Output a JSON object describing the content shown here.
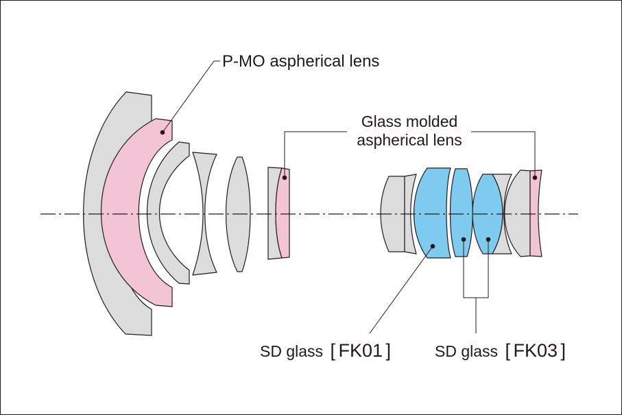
{
  "colors": {
    "line": "#231815",
    "standard_glass": "#dcdcdc",
    "aspherical_highlight": "#f2c4d5",
    "sd_glass_highlight": "#7fcbef",
    "background": "#ffffff"
  },
  "labels": {
    "pmo": "P-MO aspherical lens",
    "glass_molded_line1": "Glass molded",
    "glass_molded_line2": "aspherical lens",
    "sd_fk01": "SD glass",
    "sd_fk01_code": "FK01",
    "sd_fk03": "SD glass",
    "sd_fk03_code": "FK03"
  }
}
